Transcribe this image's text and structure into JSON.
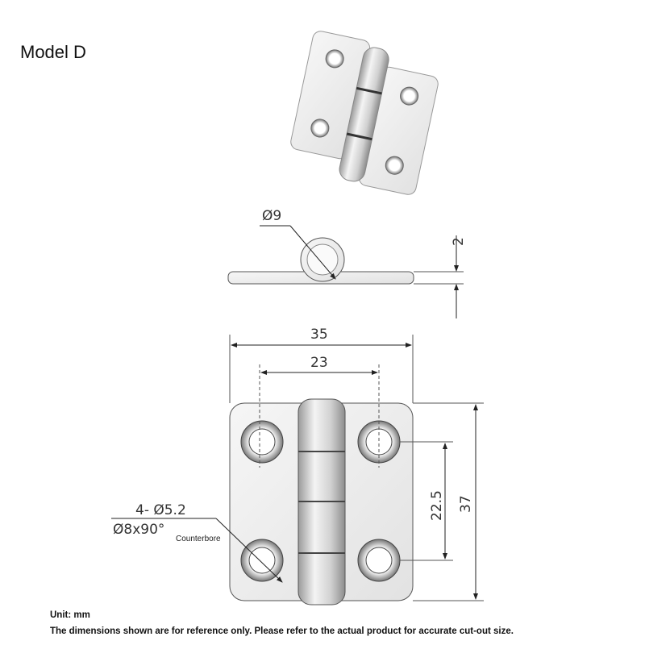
{
  "title": "Model D",
  "dimensions": {
    "knuckle_diameter": "Ø9",
    "thickness": "2",
    "overall_width": "35",
    "hole_spacing_horizontal": "23",
    "hole_spacing_vertical": "22.5",
    "overall_height": "37",
    "hole_spec_line1": "4- Ø5.2",
    "hole_spec_line2": "Ø8x90°",
    "hole_type": "Counterbore"
  },
  "notes": {
    "unit": "Unit: mm",
    "disclaimer": "The dimensions shown are for reference only. Please refer to the actual product for accurate cut-out size."
  }
}
